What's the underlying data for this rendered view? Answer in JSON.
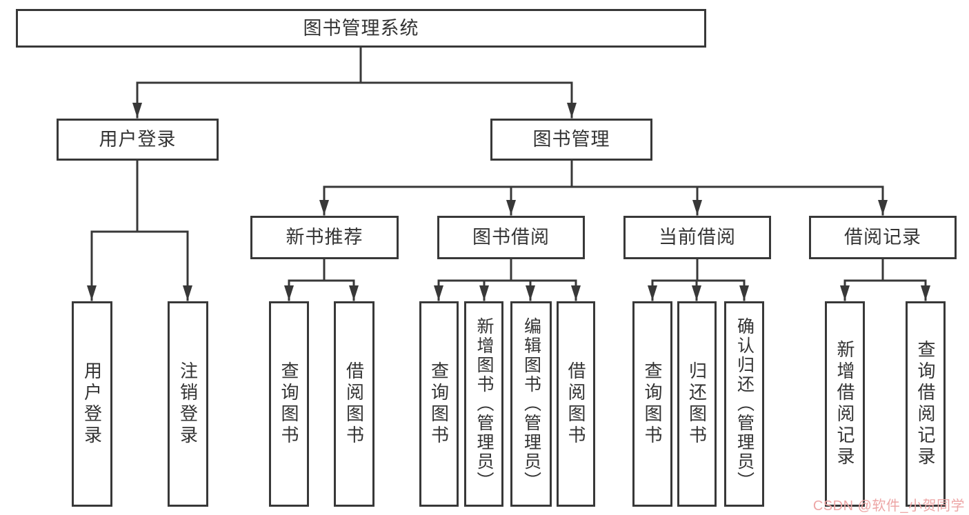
{
  "tree": {
    "root": {
      "label": "图书管理系统",
      "children": [
        {
          "label": "用户登录",
          "children": [
            {
              "label": "用户登录"
            },
            {
              "label": "注销登录"
            }
          ]
        },
        {
          "label": "图书管理",
          "children": [
            {
              "label": "新书推荐",
              "children": [
                {
                  "label": "查询图书"
                },
                {
                  "label": "借阅图书"
                }
              ]
            },
            {
              "label": "图书借阅",
              "children": [
                {
                  "label": "查询图书"
                },
                {
                  "label": "新增图书（管理员）"
                },
                {
                  "label": "编辑图书（管理员）"
                },
                {
                  "label": "借阅图书"
                }
              ]
            },
            {
              "label": "当前借阅",
              "children": [
                {
                  "label": "查询图书"
                },
                {
                  "label": "归还图书"
                },
                {
                  "label": "确认归还（管理员）"
                }
              ]
            },
            {
              "label": "借阅记录",
              "children": [
                {
                  "label": "新增借阅记录"
                },
                {
                  "label": "查询借阅记录"
                }
              ]
            }
          ]
        }
      ]
    }
  },
  "watermark": {
    "text": "CSDN @软件_小贺同学"
  },
  "colors": {
    "line": "#383838",
    "box_border": "#383838",
    "box_fill": "#ffffff",
    "background": "#ffffff",
    "text": "#333333",
    "watermark": "#eda6a6"
  }
}
